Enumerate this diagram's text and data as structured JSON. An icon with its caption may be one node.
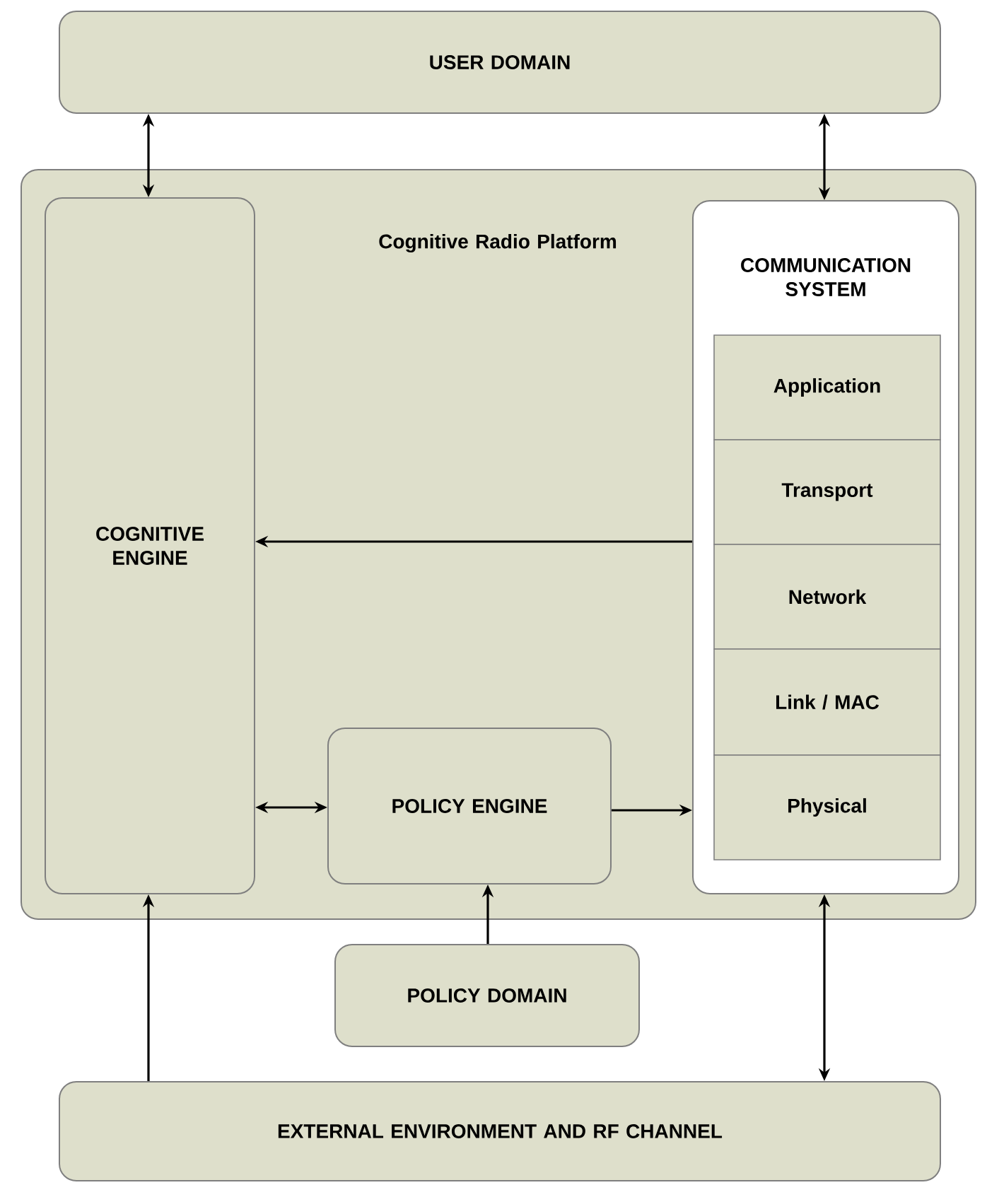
{
  "diagram": {
    "nodes": [
      {
        "text": [
          "USER DOMAIN"
        ]
      },
      {
        "text": [
          "Cognitive Radio Platform"
        ]
      },
      {
        "text": [
          "COGNITIVE ENGINE"
        ],
        "in": 1
      },
      {
        "text": [
          "COMMUNICATION SYSTEM"
        ],
        "in": 1
      },
      {
        "text": [
          "Application"
        ],
        "in": 3
      },
      {
        "text": [
          "Transport"
        ],
        "in": 3
      },
      {
        "text": [
          "Network"
        ],
        "in": 3
      },
      {
        "text": [
          "Link / MAC"
        ],
        "in": 3
      },
      {
        "text": [
          "Physical"
        ],
        "in": 3
      },
      {
        "text": [
          "POLICY ENGINE"
        ],
        "in": 1
      },
      {
        "text": [
          "POLICY DOMAIN"
        ]
      },
      {
        "text": [
          "EXTERNAL ENVIRONMENT AND RF CHANNEL"
        ]
      }
    ],
    "edges": [
      {
        "from": 0,
        "to": 2,
        "arrow": "both"
      },
      {
        "from": 0,
        "to": 3,
        "arrow": "both"
      },
      {
        "from": 3,
        "to": 2,
        "arrow": "to"
      },
      {
        "from": 2,
        "to": 9,
        "arrow": "both"
      },
      {
        "from": 9,
        "to": 3,
        "arrow": "to"
      },
      {
        "from": 10,
        "to": 9,
        "arrow": "to"
      },
      {
        "from": 11,
        "to": 2,
        "arrow": "to"
      },
      {
        "from": 3,
        "to": 11,
        "arrow": "both"
      }
    ]
  }
}
